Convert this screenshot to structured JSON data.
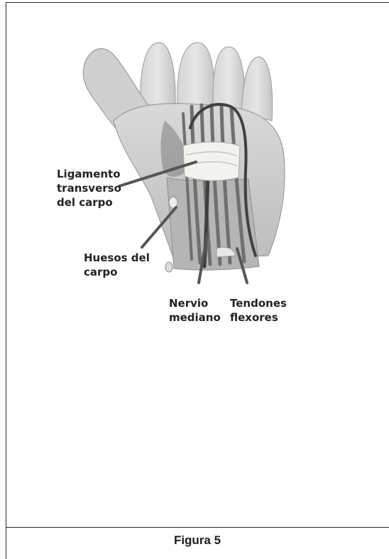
{
  "figure": {
    "caption": "Figura 5",
    "labels": {
      "ligamento_line1": "Ligamento",
      "ligamento_line2": "transverso",
      "ligamento_line3": "del carpo",
      "huesos_line1": "Huesos del",
      "huesos_line2": "carpo",
      "nervio_line1": "Nervio",
      "nervio_line2": "mediano",
      "tendones_line1": "Tendones",
      "tendones_line2": "flexores"
    }
  },
  "colors": {
    "skin_light": "#e2e2e2",
    "skin_mid": "#c9c9c9",
    "skin_dark": "#8d8d8d",
    "tendon": "#6f6f6f",
    "nerve": "#3f3f3f",
    "ligament": "#f2f2ee",
    "leader_line": "#555555"
  }
}
